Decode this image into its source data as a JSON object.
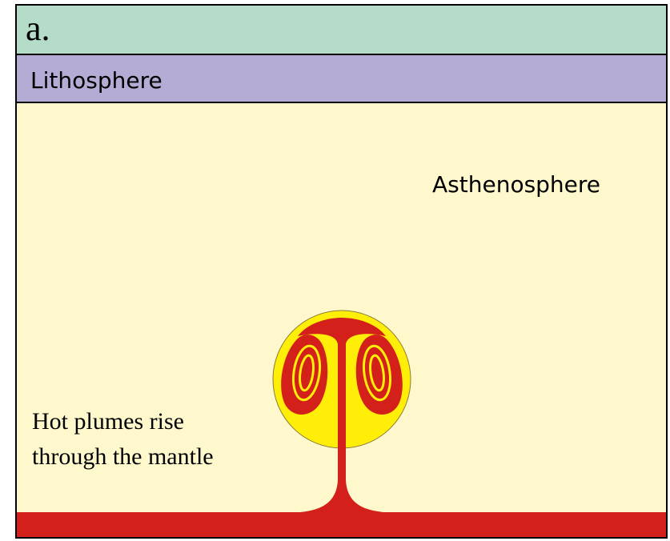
{
  "panel_label": "a.",
  "layers": {
    "top": {
      "color": "#B4DCC8"
    },
    "lithosphere": {
      "label": "Lithosphere",
      "color": "#B4ACD4"
    },
    "asthenosphere": {
      "label": "Asthenosphere",
      "color": "#FEF8CC"
    },
    "core_boundary": {
      "color": "#D4201A"
    }
  },
  "plume": {
    "head_color": "#FFEF08",
    "conduit_color": "#D4201A",
    "swirl_line_color": "#FFEF08"
  },
  "annotation": {
    "line1": "Hot plumes rise",
    "line2": "through the mantle"
  }
}
